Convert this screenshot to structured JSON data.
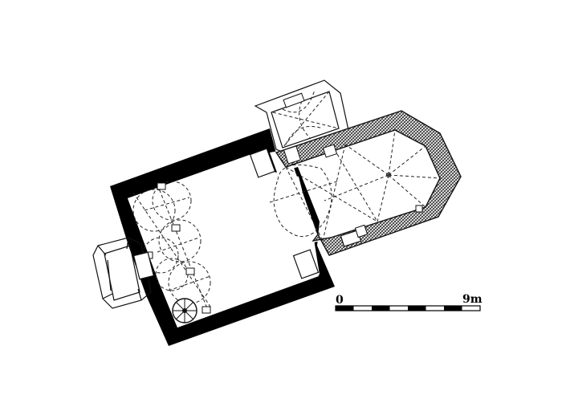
{
  "scale_bar": {
    "start_label": "0",
    "end_label": "9m",
    "segments": 8
  },
  "colors": {
    "wall": "#000000",
    "hatch": "#333333",
    "background": "#ffffff"
  }
}
